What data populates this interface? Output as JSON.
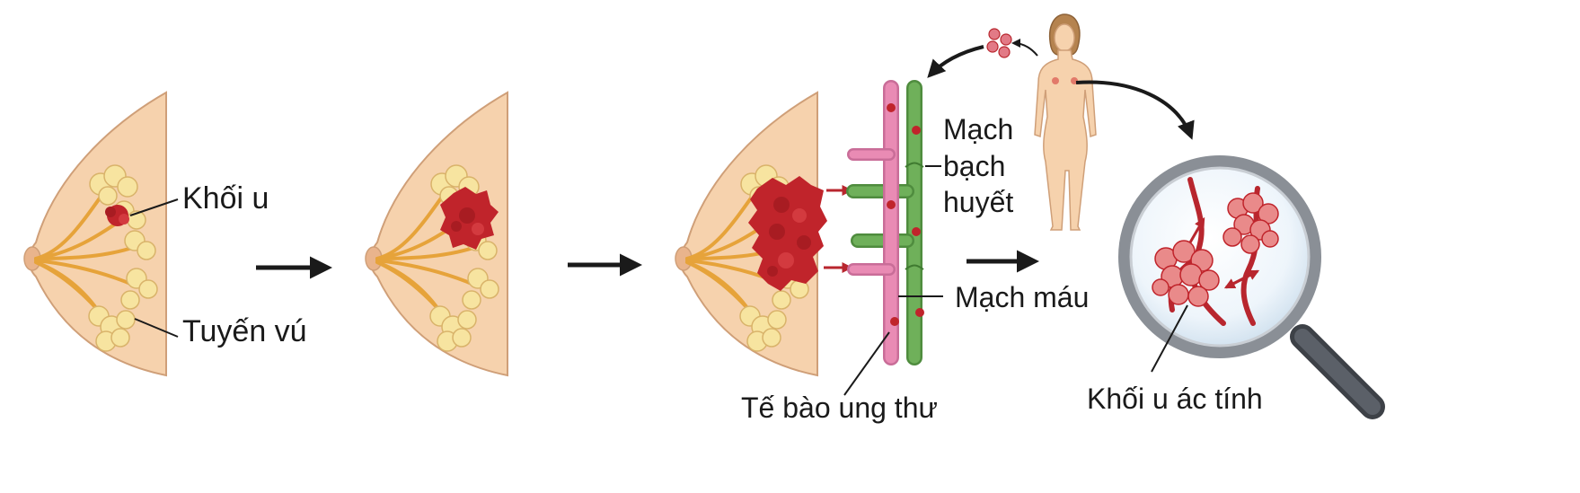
{
  "labels": {
    "tumor": "Khối u",
    "glands": "Tuyến vú",
    "lymph_line1": "Mạch",
    "lymph_line2": "bạch",
    "lymph_line3": "huyết",
    "blood_vessel": "Mạch máu",
    "cancer_cells": "Tế bào ung thư",
    "malignant_tumor": "Khối u ác tính"
  },
  "colors": {
    "skin": "#f6d2ad",
    "skin_outline": "#cf9f78",
    "duct": "#e6a33a",
    "lobule": "#f7e4a0",
    "tumor": "#c0242b",
    "blood_vessel": "#e98bb4",
    "lymph_vessel": "#6fb05a",
    "arrow": "#1a1a1a",
    "lens_rim": "#8a8f96",
    "handle": "#3d4147"
  },
  "icons": {
    "breast_1": "breast-early-tumor-icon",
    "breast_2": "breast-growing-tumor-icon",
    "breast_3": "breast-invasive-tumor-icon",
    "body": "female-body-icon",
    "magnifier": "magnifying-glass-icon"
  }
}
